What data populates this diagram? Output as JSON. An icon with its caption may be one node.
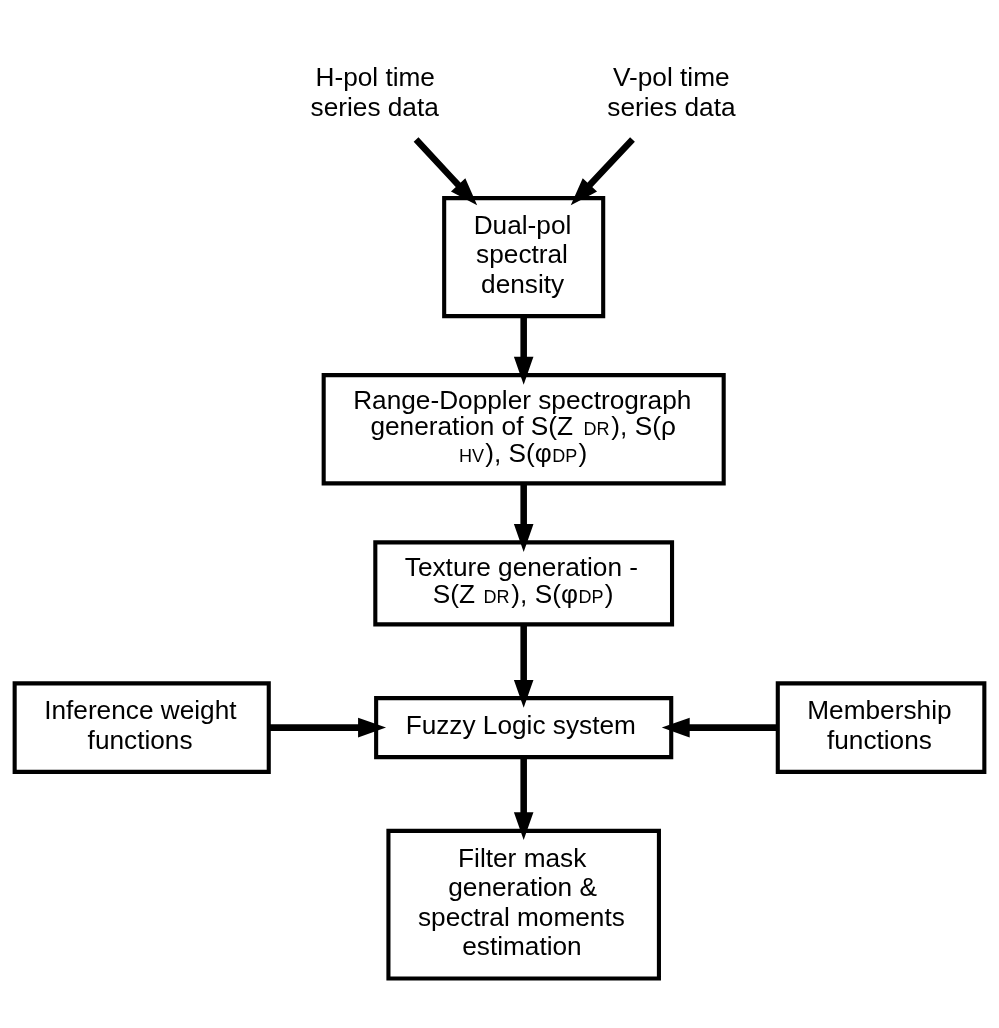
{
  "diagram": {
    "nodes": [
      {
        "text": [
          "H-pol time series data"
        ]
      },
      {
        "text": [
          "V-pol time series data"
        ]
      },
      {
        "text": [
          "Dual-pol spectral density"
        ]
      },
      {
        "text": [
          "Range-Doppler spectrograph generation of S(Z $_{DR}$), S(ρ $_{HV}$), S(φ$_{DP}$)"
        ]
      },
      {
        "text": [
          "Texture generation - S(Z $_{DR}$), S(φ$_{DP}$)"
        ]
      },
      {
        "text": [
          "Inference weight functions"
        ]
      },
      {
        "text": [
          "Fuzzy Logic system"
        ]
      },
      {
        "text": [
          "Membership functions"
        ]
      },
      {
        "text": [
          "Filter mask generation & spectral moments estimation"
        ]
      }
    ],
    "edges": [
      {
        "from": 0,
        "to": 2,
        "arrow": "to"
      },
      {
        "from": 1,
        "to": 2,
        "arrow": "to"
      },
      {
        "from": 2,
        "to": 3,
        "arrow": "to"
      },
      {
        "from": 3,
        "to": 4,
        "arrow": "to"
      },
      {
        "from": 4,
        "to": 6,
        "arrow": "to"
      },
      {
        "from": 5,
        "to": 6,
        "arrow": "to"
      },
      {
        "from": 7,
        "to": 6,
        "arrow": "to"
      },
      {
        "from": 6,
        "to": 8,
        "arrow": "to"
      }
    ]
  }
}
